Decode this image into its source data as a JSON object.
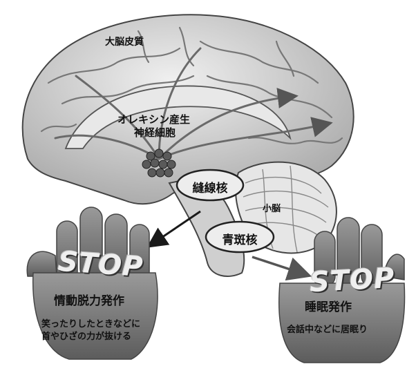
{
  "labels": {
    "cortex": "大脳皮質",
    "orexin_line1": "オレキシン産生",
    "orexin_line2": "神経細胞",
    "raphe": "縫線核",
    "locus": "青斑核",
    "cerebellum": "小脳"
  },
  "left_hand": {
    "stop": "STOP",
    "heading": "情動脱力発作",
    "desc_line1": "笑ったりしたときなどに",
    "desc_line2": "首やひざの力が抜ける"
  },
  "right_hand": {
    "stop": "STOP",
    "heading": "睡眠発作",
    "desc": "会話中などに居眠り"
  },
  "colors": {
    "brain_fill": "#d8d8d8",
    "hand_fill": "#7a7a7a",
    "nucleus_fill": "#ececec",
    "pathway": "#6a6a6a",
    "arrow": "#1a1a1a"
  }
}
